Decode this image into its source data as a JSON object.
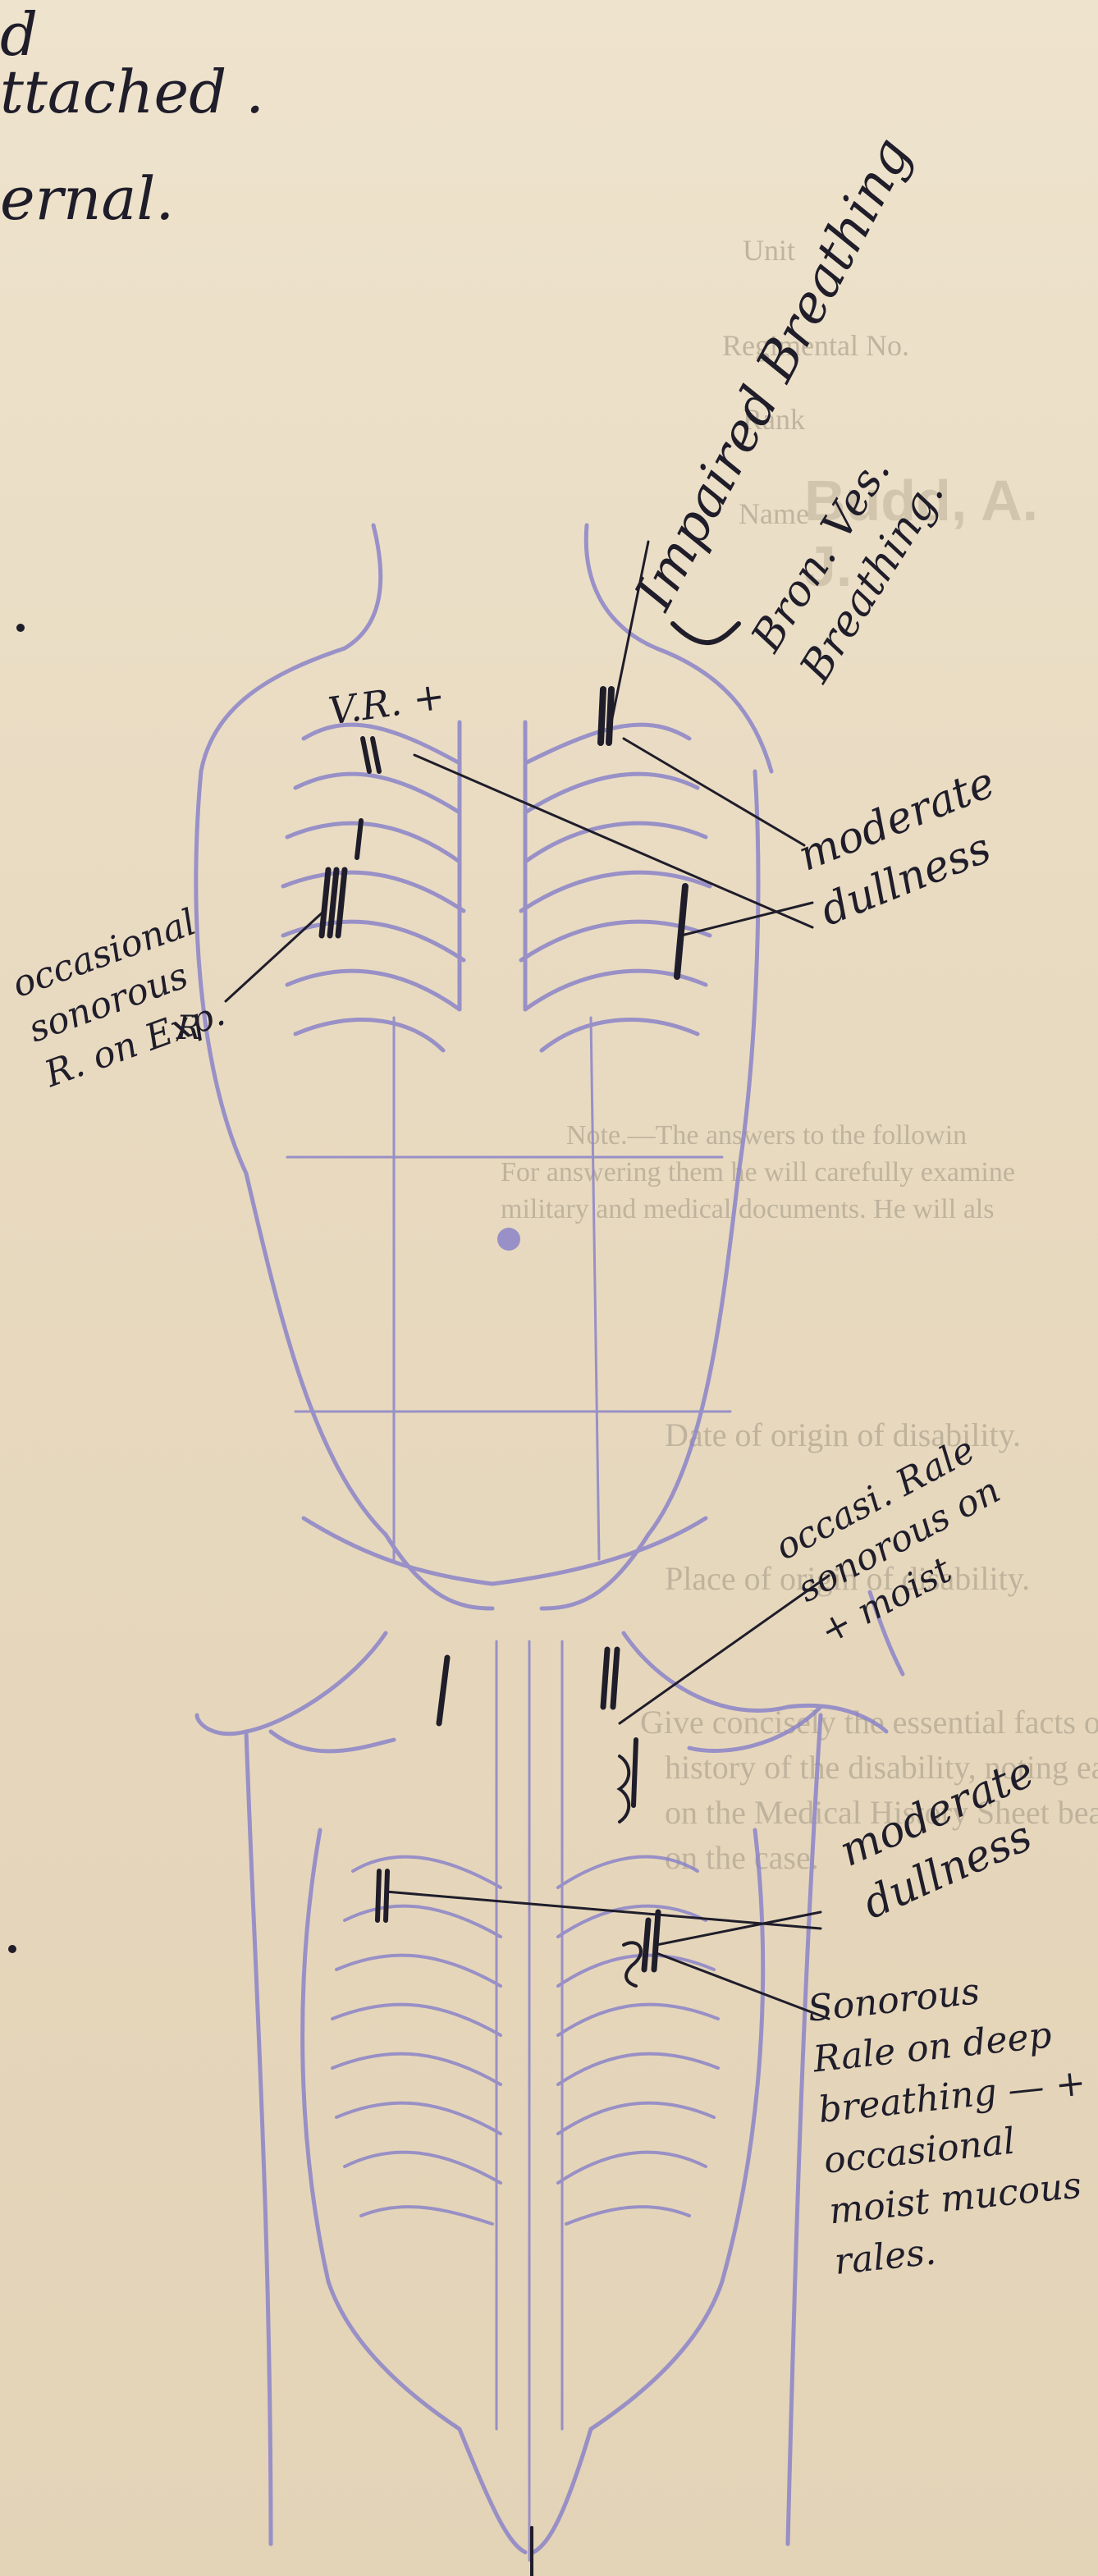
{
  "header_notes": {
    "line1": "d",
    "line2": "ttached .",
    "line3": "ernal."
  },
  "form_text": {
    "unit_label": "Unit",
    "regimental_label": "Regimental No.",
    "rank_label": "Rank",
    "name_label": "Name",
    "name_value": "Budd, A. J.",
    "note_line1": "Note.—The answers to the followin",
    "note_line2": "For answering them he will carefully examine",
    "note_line3": "military and medical documents. He will als",
    "date_origin": "Date of origin of disability.",
    "place_origin": "Place of origin of disability.",
    "history_line1": "Give concisely the essential facts of t",
    "history_line2": "history of the disability, noting earl",
    "history_line3": "on the Medical History Sheet bearin",
    "history_line4": "on the case."
  },
  "annotations": {
    "impaired": "Impaired Breathing",
    "bronc": "Bron. Ves.\nBreathing.",
    "vr": "V.R. +",
    "moderate_front": "moderate\ndullness",
    "occasional_front": "occasional\nsonorous\nR. on Exp.",
    "r_mark": "R",
    "occasional_back": "occasi. Rale\nsonorous on\n+ moist",
    "moderate_back": "moderate\ndullness",
    "sonorous_back": "Sonorous\nRale on deep\nbreathing — +\noccasional\nmoist mucous\nrales."
  },
  "colors": {
    "ink": "#1f1d2a",
    "stamp_violet": "#8b84c8",
    "paper": "#e9dcc4"
  }
}
